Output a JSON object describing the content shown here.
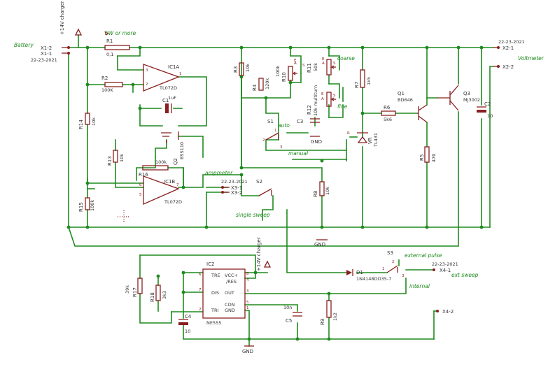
{
  "labels": {
    "battery": "Battery",
    "charger_top": "+14V charger",
    "charger_mid": "+14V charger",
    "p5w": "5W or more",
    "x1_2": "X1-2",
    "x1_1": "X1-1",
    "date_left": "22-23-2021",
    "r1": "R1",
    "r1v": "0,1",
    "r2": "R2",
    "r2v": "100K",
    "ic1a": "IC1A",
    "ic1a_part": "TL072D",
    "c1": "C1",
    "c1v": "1uF",
    "q2": "Q2",
    "q2v": "BSS110",
    "r14": "R14",
    "r14v": "10k",
    "r13": "R13",
    "r13v": "10k",
    "r15": "R15",
    "r15v": "100k",
    "r16": "R16",
    "r16v": "100k",
    "ic1b": "IC1B",
    "ic1b_part": "TL072D",
    "ampmeter": "ampmeter",
    "date_x3": "22-23-2021",
    "x3_1": "X3-1",
    "x3_2": "X3-2",
    "s2": "S2",
    "single_sweep": "single sweep",
    "r3": "R3",
    "r3v": "10k",
    "r4": "R4",
    "r4v": "120k",
    "r10": "R10",
    "r10v": "100k",
    "r11": "R11",
    "r11v": "50k",
    "r12": "R12",
    "r12v": "10k multiturn",
    "coarse": "coarse",
    "fine": "fine",
    "c3": "C3",
    "gnd1": "GND",
    "s1": "S1",
    "auto": "auto",
    "manual": "manual",
    "r8": "R8",
    "r8v": "10k",
    "gnd2": "GND",
    "r7": "R7",
    "r7v": "1k5",
    "ic_vr": "VR",
    "ic_vr_part": "TL431",
    "r6": "R6",
    "r6v": "5k6",
    "q1": "Q1",
    "q1v": "BD646",
    "r5": "R5",
    "r5v": "470",
    "q3": "Q3",
    "q3v": "MJ3002",
    "c2": "C2",
    "c2v": "10",
    "date_x2": "22-23-2021",
    "x2_1": "X2-1",
    "x2_2": "X2-2",
    "voltmeter": "Voltmeter",
    "ic2": "IC2",
    "ic2_part": "NE555",
    "trg": "TRE",
    "vcc": "VCC+",
    "res": "/RES",
    "dis": "DIS",
    "out": "OUT",
    "thr": "TRI",
    "con": "CON",
    "gnd_pin": "GND",
    "r17": "R17",
    "r17v": "39k",
    "r18": "R18",
    "r18v": "3k3",
    "c4": "C4",
    "c4v": "10",
    "c5": "C5",
    "c5v": "10n",
    "r9": "R9",
    "r9v": "1k2",
    "gnd3": "GND",
    "d1": "D1",
    "d1v": "1N4148DO35-7",
    "s3": "S3",
    "external_pulse": "external pulse",
    "date_x4": "22-23-2021",
    "x4_1": "X4-1",
    "ext_sweep": "ext sweep",
    "internal": "internal",
    "x4_2": "X4-2",
    "pin_1": "1",
    "pin_2": "2",
    "pin_3": "3",
    "pin_4": "4",
    "pin_5": "5",
    "pin_6": "6",
    "pin_7": "7",
    "pin_8": "8",
    "pin_a": "A",
    "pin_e": "E",
    "pin_s": "S",
    "pin_r": "R"
  },
  "colors": {
    "wire": "#1f8a1f",
    "part": "#8a1f1f",
    "text": "#333333"
  }
}
